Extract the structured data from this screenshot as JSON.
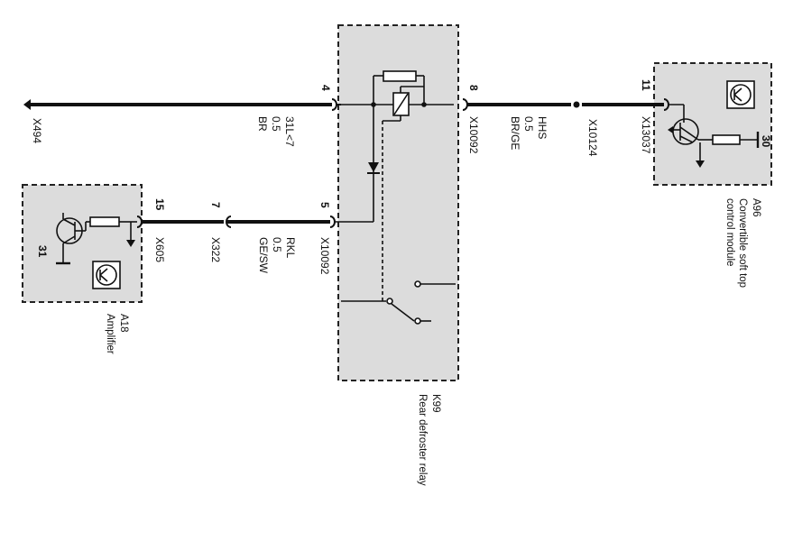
{
  "colors": {
    "wire": "#111111",
    "module_fill": "#dcdcdc",
    "module_border": "#222222",
    "background": "#ffffff"
  },
  "wires": {
    "top_left": {
      "code": "31L<7",
      "size": "0.5",
      "color": "BR"
    },
    "top_right": {
      "code": "HHS",
      "size": "0.5",
      "color": "BR/GE"
    },
    "bottom": {
      "code": "RKL",
      "size": "0.5",
      "color": "GE/SW"
    }
  },
  "connectors": {
    "x494": "X494",
    "x10092_top": "X10092",
    "x10092_bottom": "X10092",
    "x10124": "X10124",
    "x13037": "X13037",
    "x605": "X605",
    "x322": "X322"
  },
  "pins": {
    "k99_top_left": "4",
    "k99_top_right": "8",
    "k99_bottom_left": "5",
    "a96_pin": "11",
    "a96_ground": "30",
    "a18_pin": "15",
    "x322_pin": "7",
    "a18_ground": "31"
  },
  "components": {
    "k99": {
      "id": "K99",
      "name": "Rear defroster relay"
    },
    "a96": {
      "id": "A96",
      "name_line1": "Convertible soft top",
      "name_line2": "control module"
    },
    "a18": {
      "id": "A18",
      "name": "Amplifier"
    }
  },
  "icons": [
    "transistor-icon",
    "resistor-icon",
    "ground-arrow-icon",
    "module-chip-icon",
    "diode-icon",
    "relay-coil-icon",
    "switch-contact-icon"
  ]
}
